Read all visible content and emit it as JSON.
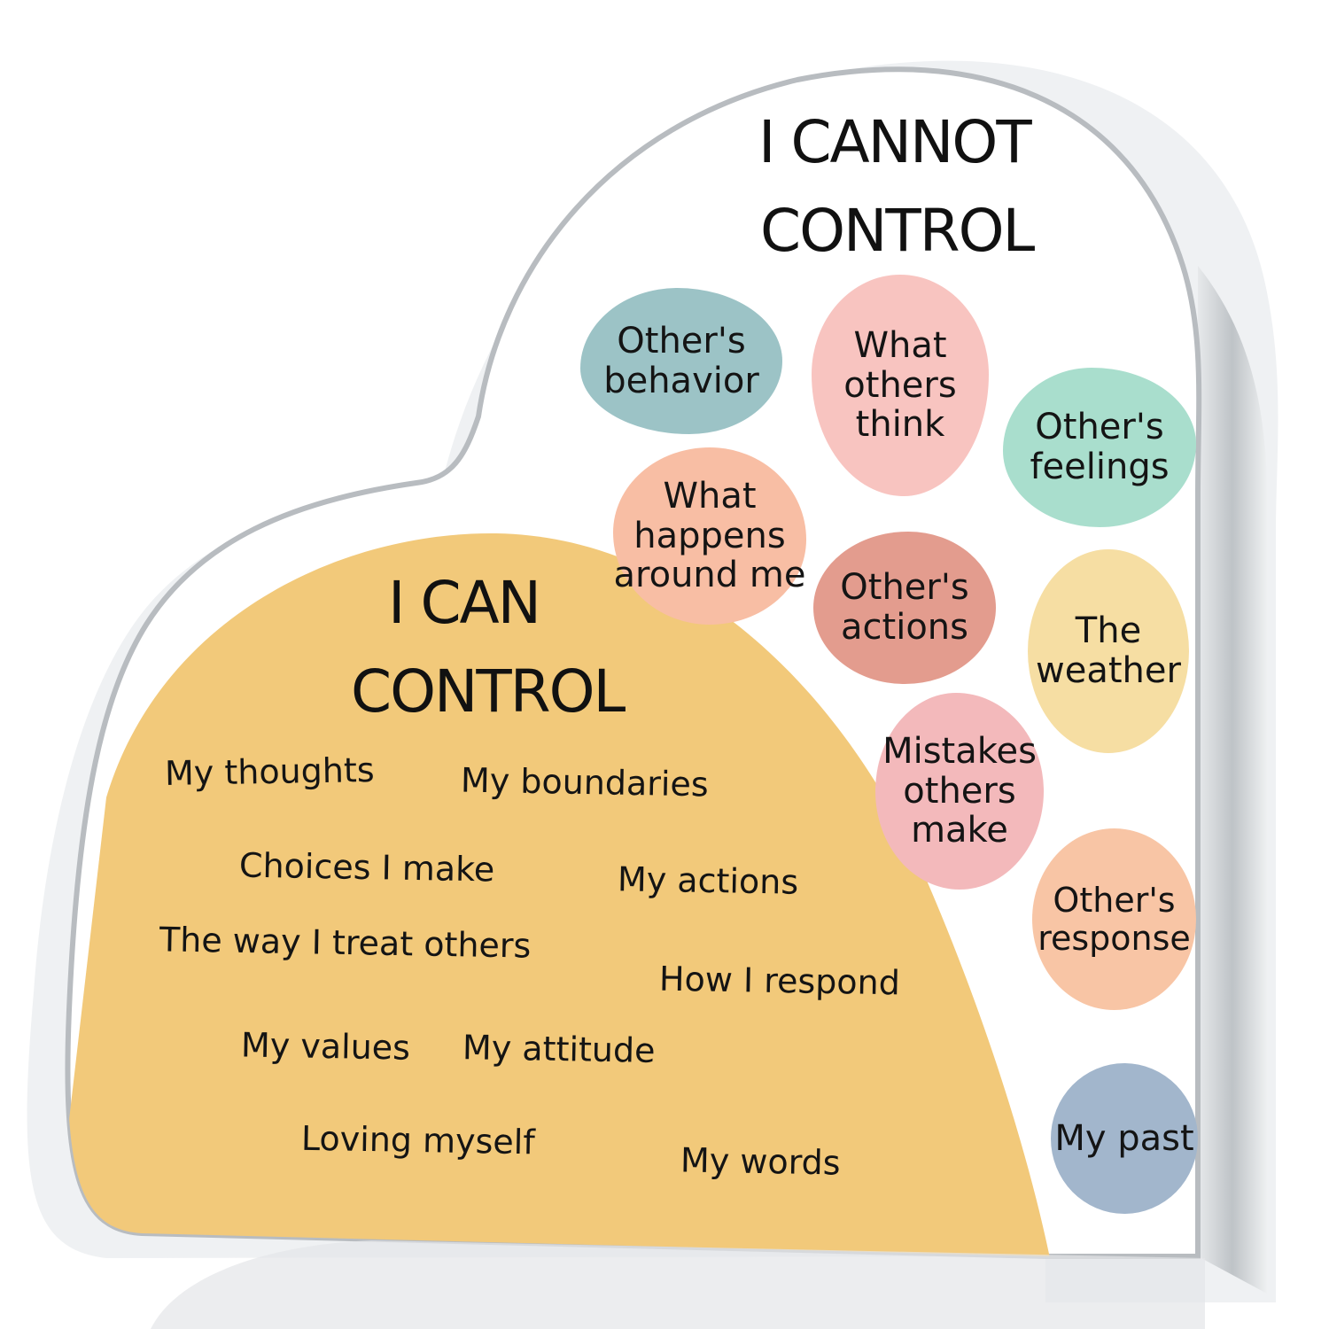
{
  "colors": {
    "can_region": "#f2c97a",
    "acrylic_edge": "#c9cdd0",
    "text": "#141414"
  },
  "cannot": {
    "title_line1": "I CANNOT",
    "title_line2": "CONTROL",
    "items": [
      {
        "lines": [
          "Other's",
          "behavior"
        ],
        "color": "#9cc3c6"
      },
      {
        "lines": [
          "What",
          "others",
          "think"
        ],
        "color": "#f8c4c0"
      },
      {
        "lines": [
          "Other's",
          "feelings"
        ],
        "color": "#a9decd"
      },
      {
        "lines": [
          "What",
          "happens",
          "around me"
        ],
        "color": "#f8bea4"
      },
      {
        "lines": [
          "Other's",
          "actions"
        ],
        "color": "#e39c8e"
      },
      {
        "lines": [
          "The",
          "weather"
        ],
        "color": "#f6dea3"
      },
      {
        "lines": [
          "Mistakes",
          "others",
          "make"
        ],
        "color": "#f3b9bb"
      },
      {
        "lines": [
          "Other's",
          "response"
        ],
        "color": "#f8c5a5"
      },
      {
        "lines": [
          "My past"
        ],
        "color": "#a2b6cc"
      }
    ]
  },
  "can": {
    "title_line1": "I CAN",
    "title_line2": "CONTROL",
    "items": [
      "My thoughts",
      "My boundaries",
      "Choices I make",
      "My actions",
      "The way I treat others",
      "How I respond",
      "My values",
      "My attitude",
      "Loving myself",
      "My words"
    ]
  }
}
